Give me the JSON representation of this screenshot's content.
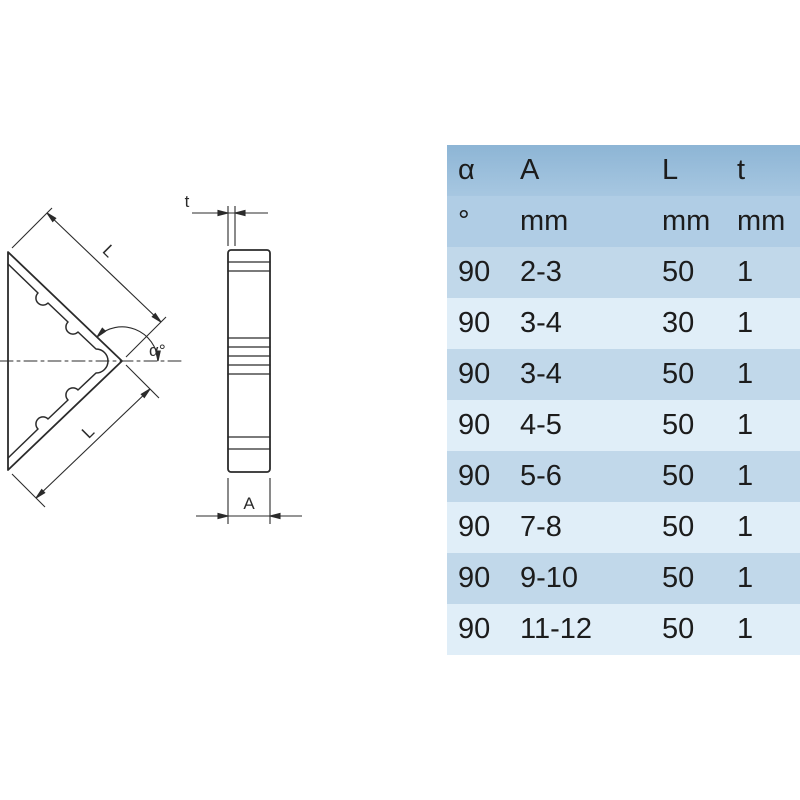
{
  "theme": {
    "page_bg": "#ffffff",
    "header_top_bg_start": "#8db5d5",
    "header_top_bg_end": "#a7c7e1",
    "header_bottom_bg": "#b0cde5",
    "row_dark_bg": "#c1d8ea",
    "row_light_bg": "#e0eef8",
    "table_text": "#1c1c1c",
    "line_color": "#2b2b2b"
  },
  "drawing": {
    "labels": {
      "length_top": "L",
      "length_bottom": "L",
      "angle": "α°",
      "thickness": "t",
      "width": "A"
    }
  },
  "table": {
    "columns": [
      {
        "symbol": "α",
        "unit": "°"
      },
      {
        "symbol": "A",
        "unit": "mm"
      },
      {
        "symbol": "L",
        "unit": "mm"
      },
      {
        "symbol": "t",
        "unit": "mm"
      }
    ],
    "rows": [
      [
        "90",
        "2-3",
        "50",
        "1"
      ],
      [
        "90",
        "3-4",
        "30",
        "1"
      ],
      [
        "90",
        "3-4",
        "50",
        "1"
      ],
      [
        "90",
        "4-5",
        "50",
        "1"
      ],
      [
        "90",
        "5-6",
        "50",
        "1"
      ],
      [
        "90",
        "7-8",
        "50",
        "1"
      ],
      [
        "90",
        "9-10",
        "50",
        "1"
      ],
      [
        "90",
        "11-12",
        "50",
        "1"
      ]
    ]
  }
}
